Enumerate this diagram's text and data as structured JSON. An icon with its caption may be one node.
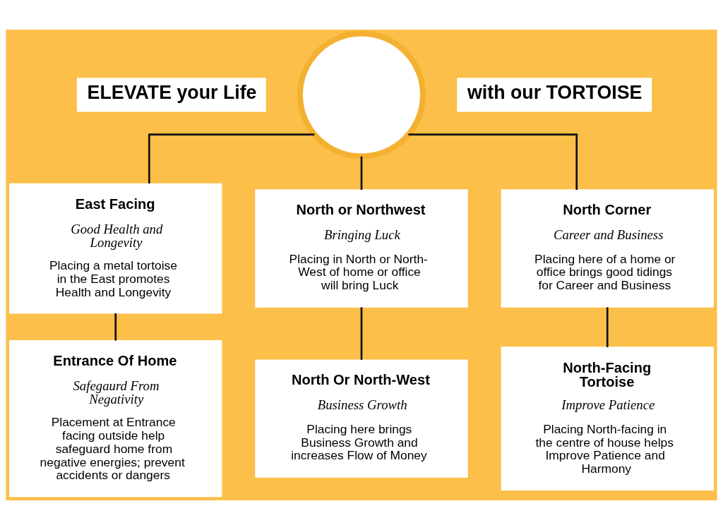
{
  "diagram": {
    "nodes": [
      {
        "text": [],
        "shape": "circle"
      },
      {
        "text": [
          "East Facing",
          "Good Health and Longevity",
          "Placing a metal tortoise in the East promotes Health and Longevity"
        ]
      },
      {
        "text": [
          "Entrance Of Home",
          "Safegaurd From Negativity",
          "Placement at Entrance facing outside help safeguard home from negative energies; prevent accidents or dangers"
        ]
      },
      {
        "text": [
          "North or Northwest",
          "Bringing Luck",
          "Placing in North or North-West of home or office will bring Luck"
        ]
      },
      {
        "text": [
          "North Or North-West",
          "Business Growth",
          "Placing here brings Business Growth and increases Flow of Money"
        ]
      },
      {
        "text": [
          "North Corner",
          "Career and Business",
          "Placing here of a home or office brings good tidings for Career and Business"
        ]
      },
      {
        "text": [
          "North-Facing Tortoise",
          "Improve Patience",
          "Placing North-facing in the centre of house helps Improve Patience and Harmony"
        ]
      }
    ],
    "edges": [
      {
        "from": 0,
        "to": 1,
        "arrow": "none"
      },
      {
        "from": 1,
        "to": 2,
        "arrow": "none"
      },
      {
        "from": 0,
        "to": 3,
        "arrow": "none"
      },
      {
        "from": 3,
        "to": 4,
        "arrow": "none"
      },
      {
        "from": 0,
        "to": 5,
        "arrow": "none"
      },
      {
        "from": 5,
        "to": 6,
        "arrow": "none"
      }
    ],
    "labels": [
      "ELEVATE your Life",
      "with our TORTOISE"
    ]
  }
}
